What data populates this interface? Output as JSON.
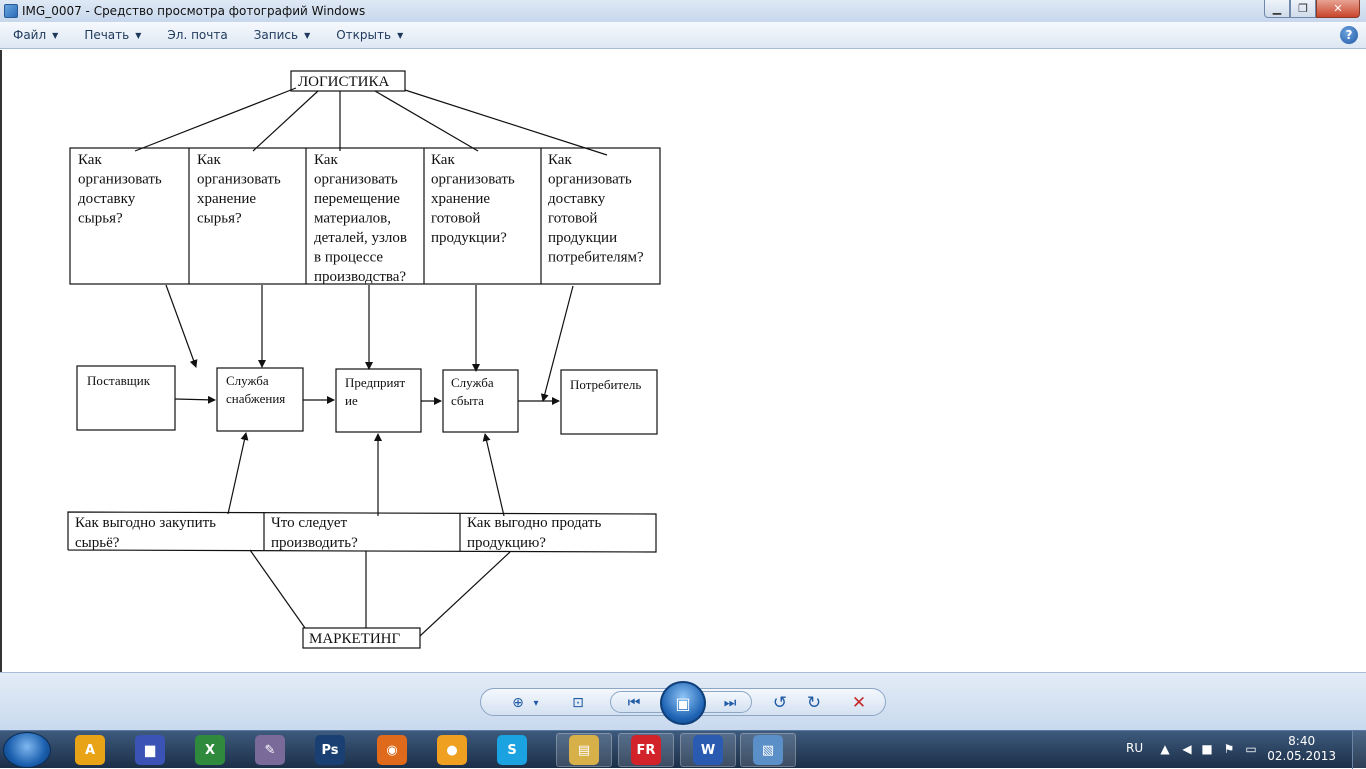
{
  "window": {
    "title": "IMG_0007 - Средство просмотра фотографий Windows",
    "min_glyph": "▁",
    "max_glyph": "❐",
    "close_glyph": "✕"
  },
  "menu": [
    {
      "label": "Файл",
      "caret": "▼"
    },
    {
      "label": "Печать",
      "caret": "▼"
    },
    {
      "label": "Эл. почта",
      "caret": ""
    },
    {
      "label": "Запись",
      "caret": "▼"
    },
    {
      "label": "Открыть",
      "caret": "▼"
    }
  ],
  "help": "?",
  "diagram": {
    "top_label": "ЛОГИСТИКА",
    "bottom_label": "МАРКЕТИНГ",
    "questions_top": [
      [
        "Как",
        "организовать",
        "доставку",
        "сырья?"
      ],
      [
        "Как",
        "организовать",
        "хранение",
        "сырья?"
      ],
      [
        "Как",
        "организовать",
        "перемещение",
        "материалов,",
        "деталей, узлов",
        "в процессе",
        "производства?"
      ],
      [
        "Как",
        "организовать",
        "хранение",
        "готовой",
        "продукции?"
      ],
      [
        "Как",
        "организовать",
        "доставку",
        "готовой",
        "продукции",
        "потребителям?"
      ]
    ],
    "chain": [
      [
        "Поставщик"
      ],
      [
        "Служба",
        "снабжения"
      ],
      [
        "Предприят",
        "ие"
      ],
      [
        "Служба",
        "сбыта"
      ],
      [
        "Потребитель"
      ]
    ],
    "questions_bottom": [
      [
        "Как выгодно закупить",
        "сырьё?"
      ],
      [
        "Что следует",
        "производить?"
      ],
      [
        "Как выгодно продать",
        "продукцию?"
      ]
    ]
  },
  "controls": {
    "zoom": "⊕",
    "zoom_caret": "▾",
    "fit": "⊡",
    "prev": "⏮",
    "slideshow": "▣",
    "next": "⏭",
    "rotate_ccw": "↺",
    "rotate_cw": "↻",
    "delete": "✕"
  },
  "taskbar": {
    "apps": [
      {
        "name": "aimp",
        "glyph": "A",
        "color": "#e8a317"
      },
      {
        "name": "save",
        "glyph": "▆",
        "color": "#3a53b5"
      },
      {
        "name": "excel",
        "glyph": "X",
        "color": "#2f8a3e"
      },
      {
        "name": "paint",
        "glyph": "✎",
        "color": "#7a6a9a"
      },
      {
        "name": "photoshop",
        "glyph": "Ps",
        "color": "#1a3f73"
      },
      {
        "name": "firefox",
        "glyph": "◉",
        "color": "#e06a1b"
      },
      {
        "name": "gadget",
        "glyph": "●",
        "color": "#f0a020"
      },
      {
        "name": "skype",
        "glyph": "S",
        "color": "#1aa3e0"
      },
      {
        "name": "explorer",
        "glyph": "▤",
        "color": "#d8b04a"
      },
      {
        "name": "finereader",
        "glyph": "FR",
        "color": "#d2232a"
      },
      {
        "name": "word",
        "glyph": "W",
        "color": "#2b5bb0"
      },
      {
        "name": "photo-viewer",
        "glyph": "▧",
        "color": "#5b8fc7"
      }
    ],
    "lang": "RU",
    "time": "8:40",
    "date": "02.05.2013"
  }
}
